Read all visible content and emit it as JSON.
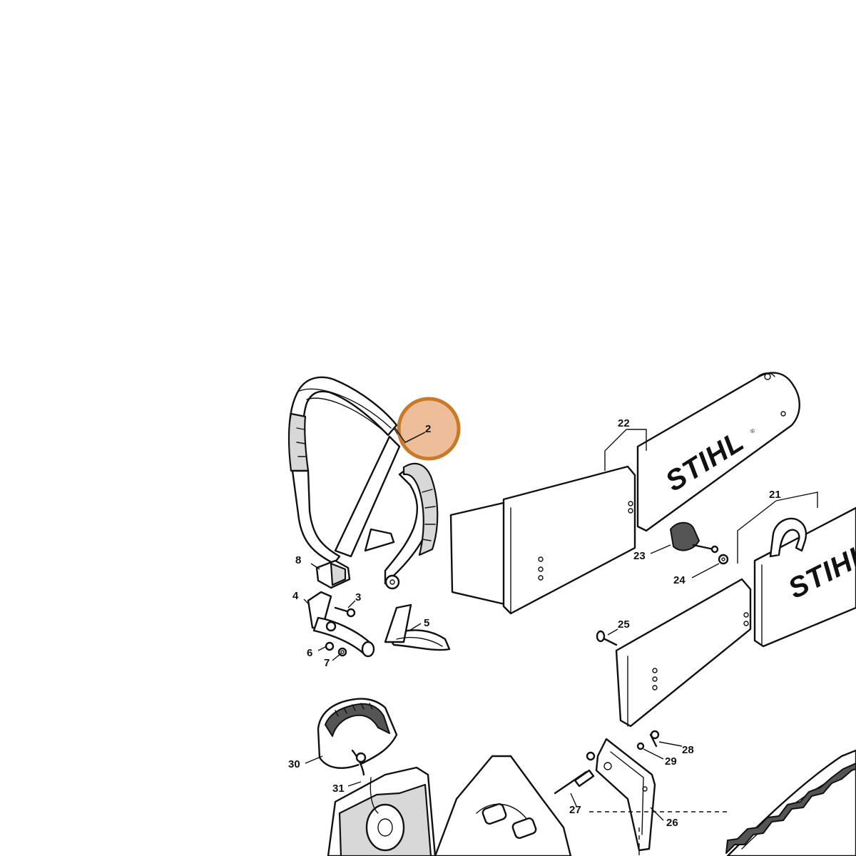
{
  "callouts": {
    "c2": "2",
    "c3": "3",
    "c4": "4",
    "c5": "5",
    "c6": "6",
    "c7": "7",
    "c8": "8",
    "c21": "21",
    "c22": "22",
    "c23": "23",
    "c24": "24",
    "c25": "25",
    "c26": "26",
    "c27": "27",
    "c28": "28",
    "c29": "29",
    "c30": "30",
    "c31": "31"
  },
  "highlighted_callout": "2",
  "logos": {
    "cover_22": "STIHL",
    "cover_21": "STIHL",
    "registered_mark": "®"
  },
  "colors": {
    "line": "#111111",
    "highlight_fill": "#e8a878",
    "highlight_ring": "#c87a28"
  }
}
